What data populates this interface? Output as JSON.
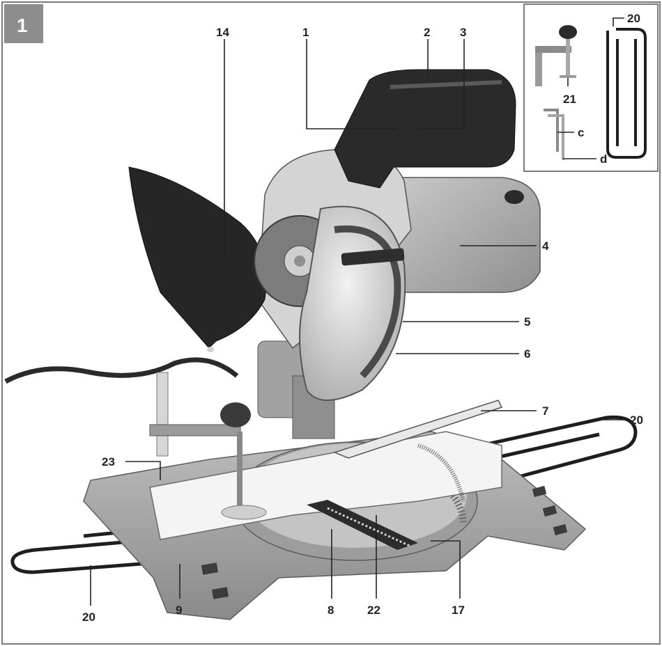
{
  "figure_number": "1",
  "callouts": {
    "c14": "14",
    "c1": "1",
    "c2": "2",
    "c3": "3",
    "c4": "4",
    "c5": "5",
    "c6": "6",
    "c7": "7",
    "c20_right": "20",
    "c23": "23",
    "c17": "17",
    "c22": "22",
    "c8": "8",
    "c9": "9",
    "c20_left": "20"
  },
  "inset": {
    "c20": "20",
    "c21": "21",
    "cc": "c",
    "cd": "d"
  }
}
